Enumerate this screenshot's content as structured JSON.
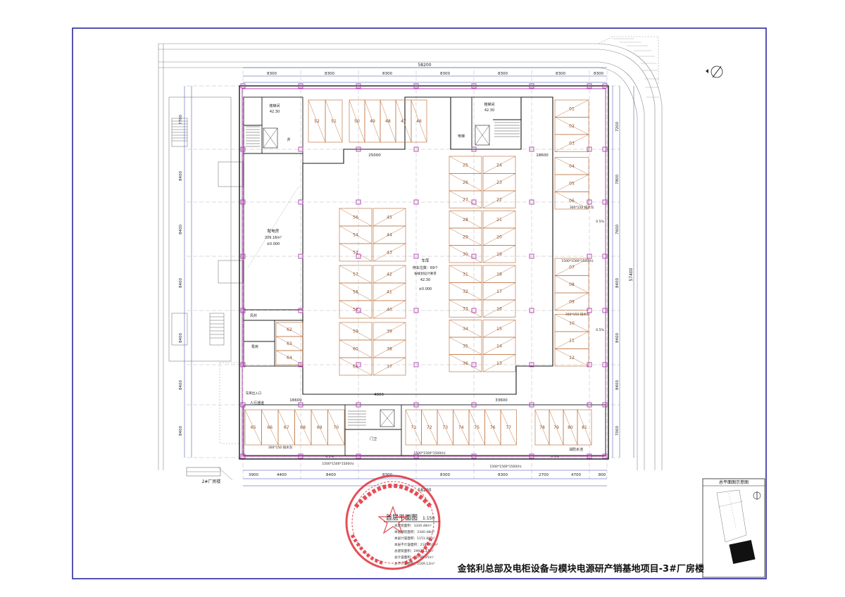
{
  "drawing": {
    "title_block": "金铭利总部及电柜设备与模块电源研产销基地项目-3#厂房楼",
    "plan_caption": "首层平面图",
    "plan_scale": "1:150",
    "site_plan_caption": "总平面图示意图",
    "adjacent_building": "2#厂房楼",
    "dimensions": {
      "overall_width": "58200",
      "overall_depth": "57400",
      "top_bays": [
        "8300",
        "8300",
        "8300",
        "8300",
        "8300",
        "8300",
        "8300"
      ],
      "bottom_bays": [
        "3900",
        "4400",
        "8400",
        "8300",
        "8300",
        "8300",
        "2700",
        "4700",
        "800"
      ],
      "left_bays": [
        "7700",
        "8400",
        "8400",
        "8400",
        "8400",
        "8400",
        "8400"
      ],
      "right_bays": [
        "7200",
        "7800",
        "7600",
        "8400",
        "8400",
        "8400",
        "7000"
      ],
      "inner_top": "25000",
      "inner_mid": "18600",
      "inner_bottom_left": "16600",
      "inner_bottom_mid": "4800",
      "inner_bottom_right": "33600"
    },
    "rooms": {
      "stair_left_label": "楼梯间",
      "stair_left_level": "42.30",
      "stair_right_label": "楼梯间",
      "stair_right_level": "42.30",
      "elevator_label": "电梯",
      "shaft_label": "井",
      "power_room": "配电房",
      "power_area": "209.16m²",
      "power_level": "±0.000",
      "parking_label": "车库",
      "parking_count": "停车位数：69个",
      "parking_note": "按规划设计要求",
      "parking_level_a": "42.30",
      "parking_level_b": "±0.000",
      "fire_pool": "消防水池",
      "pump_room": "泵房",
      "fan_room": "风井",
      "gate": "门卫"
    },
    "annotations": {
      "slope_05": "0.5%",
      "trench_300": "300*150 排水沟",
      "sump_1500": "1500*1500*1500(h)",
      "ramp_label": "人行通道",
      "entry": "车库出入口"
    },
    "stats": [
      "总建筑面积：3340.48m²",
      "本层建筑面积：3340.48m²",
      "本层计容面积：1151.86m²",
      "本层不计容面积：2188.62m²",
      "总建筑面积：29920.37m²",
      "总计容面积：24789.25m²",
      "总不计容面积：5169.12m²"
    ],
    "parking_spaces": {
      "col_a": [
        "56",
        "54",
        "53",
        "52",
        "57",
        "58",
        "59",
        "60",
        "61"
      ],
      "col_b": [
        "45",
        "44",
        "43",
        "42",
        "41",
        "40",
        "39",
        "38",
        "37"
      ],
      "col_c": [
        "25",
        "26",
        "27",
        "28",
        "29",
        "30",
        "31",
        "32",
        "33",
        "34",
        "35",
        "36"
      ],
      "col_d": [
        "24",
        "23",
        "22",
        "21",
        "20",
        "19",
        "18",
        "17",
        "16",
        "15",
        "14",
        "13"
      ],
      "col_right": [
        "01",
        "02",
        "03",
        "04",
        "05",
        "06",
        "07",
        "08",
        "09",
        "10",
        "11",
        "12"
      ],
      "top_row": [
        "52",
        "51",
        "50",
        "49",
        "48",
        "47",
        "46"
      ],
      "left_small": [
        "62",
        "63",
        "64"
      ],
      "bottom_row": [
        "65",
        "66",
        "67",
        "68",
        "69",
        "70",
        "71",
        "72",
        "73",
        "74",
        "75",
        "76",
        "77",
        "78",
        "79",
        "80",
        "81"
      ]
    },
    "colors": {
      "frame": "#2a2a9a",
      "wall": "#1a1a1a",
      "structure": "#b03fb0",
      "dim_line": "#3344aa",
      "room_line": "#5566cc",
      "parking_line": "#c07a4a",
      "stamp": "#e0303a"
    }
  }
}
